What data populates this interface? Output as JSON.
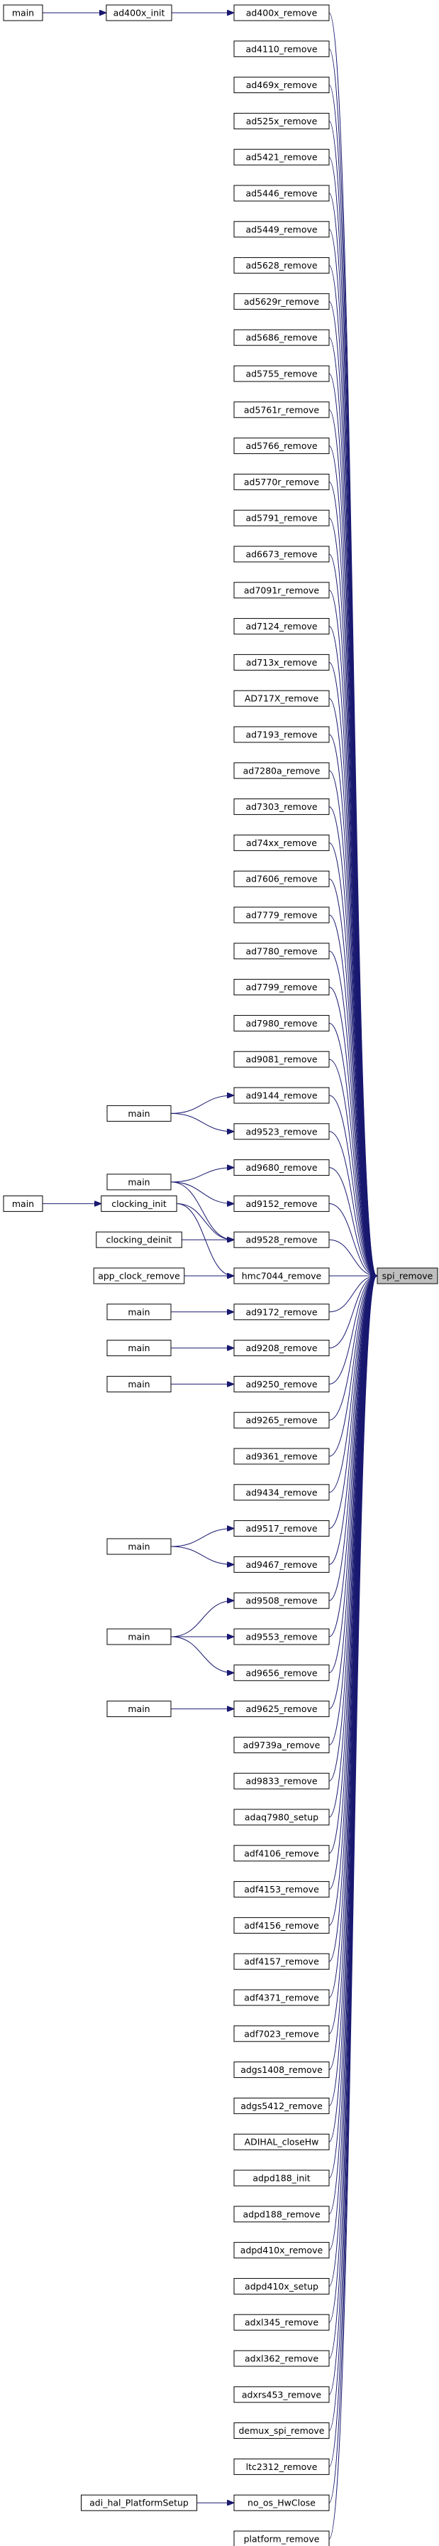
{
  "graph": {
    "focus_node": "spi_remove",
    "edge_color": "#191970",
    "focus_fill": "#bfbfbf",
    "nodes": [
      {
        "id": "n_main_top",
        "label": "main",
        "col": 0
      },
      {
        "id": "n_ad400x_init",
        "label": "ad400x_init",
        "col": 1
      },
      {
        "id": "n_ad400x_remove",
        "label": "ad400x_remove",
        "col": 2
      },
      {
        "id": "n_ad4110",
        "label": "ad4110_remove",
        "col": 2
      },
      {
        "id": "n_ad469x",
        "label": "ad469x_remove",
        "col": 2
      },
      {
        "id": "n_ad525x",
        "label": "ad525x_remove",
        "col": 2
      },
      {
        "id": "n_ad5421",
        "label": "ad5421_remove",
        "col": 2
      },
      {
        "id": "n_ad5446",
        "label": "ad5446_remove",
        "col": 2
      },
      {
        "id": "n_ad5449",
        "label": "ad5449_remove",
        "col": 2
      },
      {
        "id": "n_ad5628",
        "label": "ad5628_remove",
        "col": 2
      },
      {
        "id": "n_ad5629r",
        "label": "ad5629r_remove",
        "col": 2
      },
      {
        "id": "n_ad5686",
        "label": "ad5686_remove",
        "col": 2
      },
      {
        "id": "n_ad5755",
        "label": "ad5755_remove",
        "col": 2
      },
      {
        "id": "n_ad5761r",
        "label": "ad5761r_remove",
        "col": 2
      },
      {
        "id": "n_ad5766",
        "label": "ad5766_remove",
        "col": 2
      },
      {
        "id": "n_ad5770r",
        "label": "ad5770r_remove",
        "col": 2
      },
      {
        "id": "n_ad5791",
        "label": "ad5791_remove",
        "col": 2
      },
      {
        "id": "n_ad6673",
        "label": "ad6673_remove",
        "col": 2
      },
      {
        "id": "n_ad7091r",
        "label": "ad7091r_remove",
        "col": 2
      },
      {
        "id": "n_ad7124",
        "label": "ad7124_remove",
        "col": 2
      },
      {
        "id": "n_ad713x",
        "label": "ad713x_remove",
        "col": 2
      },
      {
        "id": "n_AD717X",
        "label": "AD717X_remove",
        "col": 2
      },
      {
        "id": "n_ad7193",
        "label": "ad7193_remove",
        "col": 2
      },
      {
        "id": "n_ad7280a",
        "label": "ad7280a_remove",
        "col": 2
      },
      {
        "id": "n_ad7303",
        "label": "ad7303_remove",
        "col": 2
      },
      {
        "id": "n_ad74xx",
        "label": "ad74xx_remove",
        "col": 2
      },
      {
        "id": "n_ad7606",
        "label": "ad7606_remove",
        "col": 2
      },
      {
        "id": "n_ad7779",
        "label": "ad7779_remove",
        "col": 2
      },
      {
        "id": "n_ad7780",
        "label": "ad7780_remove",
        "col": 2
      },
      {
        "id": "n_ad7799",
        "label": "ad7799_remove",
        "col": 2
      },
      {
        "id": "n_ad7980",
        "label": "ad7980_remove",
        "col": 2
      },
      {
        "id": "n_ad9081",
        "label": "ad9081_remove",
        "col": 2
      },
      {
        "id": "n_ad9144",
        "label": "ad9144_remove",
        "col": 2
      },
      {
        "id": "n_main_a",
        "label": "main",
        "col": 1
      },
      {
        "id": "n_ad9523",
        "label": "ad9523_remove",
        "col": 2
      },
      {
        "id": "n_main_b",
        "label": "main",
        "col": 1
      },
      {
        "id": "n_ad9680",
        "label": "ad9680_remove",
        "col": 2
      },
      {
        "id": "n_main_c",
        "label": "main",
        "col": 0
      },
      {
        "id": "n_clocking_init",
        "label": "clocking_init",
        "col": 1
      },
      {
        "id": "n_ad9152",
        "label": "ad9152_remove",
        "col": 2
      },
      {
        "id": "n_clocking_deinit",
        "label": "clocking_deinit",
        "col": 1
      },
      {
        "id": "n_ad9528",
        "label": "ad9528_remove",
        "col": 2
      },
      {
        "id": "n_app_clock_remove",
        "label": "app_clock_remove",
        "col": 1
      },
      {
        "id": "n_hmc7044",
        "label": "hmc7044_remove",
        "col": 2
      },
      {
        "id": "n_spi_remove",
        "label": "spi_remove",
        "col": 3
      },
      {
        "id": "n_main_d",
        "label": "main",
        "col": 1
      },
      {
        "id": "n_ad9172",
        "label": "ad9172_remove",
        "col": 2
      },
      {
        "id": "n_main_e",
        "label": "main",
        "col": 1
      },
      {
        "id": "n_ad9208",
        "label": "ad9208_remove",
        "col": 2
      },
      {
        "id": "n_main_f",
        "label": "main",
        "col": 1
      },
      {
        "id": "n_ad9250",
        "label": "ad9250_remove",
        "col": 2
      },
      {
        "id": "n_ad9265",
        "label": "ad9265_remove",
        "col": 2
      },
      {
        "id": "n_ad9361",
        "label": "ad9361_remove",
        "col": 2
      },
      {
        "id": "n_ad9434",
        "label": "ad9434_remove",
        "col": 2
      },
      {
        "id": "n_main_g",
        "label": "main",
        "col": 1
      },
      {
        "id": "n_ad9517",
        "label": "ad9517_remove",
        "col": 2
      },
      {
        "id": "n_ad9467",
        "label": "ad9467_remove",
        "col": 2
      },
      {
        "id": "n_main_h",
        "label": "main",
        "col": 1
      },
      {
        "id": "n_ad9508",
        "label": "ad9508_remove",
        "col": 2
      },
      {
        "id": "n_ad9553",
        "label": "ad9553_remove",
        "col": 2
      },
      {
        "id": "n_ad9656",
        "label": "ad9656_remove",
        "col": 2
      },
      {
        "id": "n_main_i",
        "label": "main",
        "col": 1
      },
      {
        "id": "n_ad9625",
        "label": "ad9625_remove",
        "col": 2
      },
      {
        "id": "n_ad9739a",
        "label": "ad9739a_remove",
        "col": 2
      },
      {
        "id": "n_ad9833",
        "label": "ad9833_remove",
        "col": 2
      },
      {
        "id": "n_adaq7980",
        "label": "adaq7980_setup",
        "col": 2
      },
      {
        "id": "n_adf4106",
        "label": "adf4106_remove",
        "col": 2
      },
      {
        "id": "n_adf4153",
        "label": "adf4153_remove",
        "col": 2
      },
      {
        "id": "n_adf4156",
        "label": "adf4156_remove",
        "col": 2
      },
      {
        "id": "n_adf4157",
        "label": "adf4157_remove",
        "col": 2
      },
      {
        "id": "n_adf4371",
        "label": "adf4371_remove",
        "col": 2
      },
      {
        "id": "n_adf7023",
        "label": "adf7023_remove",
        "col": 2
      },
      {
        "id": "n_adgs1408",
        "label": "adgs1408_remove",
        "col": 2
      },
      {
        "id": "n_adgs5412",
        "label": "adgs5412_remove",
        "col": 2
      },
      {
        "id": "n_ADIHAL",
        "label": "ADIHAL_closeHw",
        "col": 2
      },
      {
        "id": "n_adpd188_init",
        "label": "adpd188_init",
        "col": 2
      },
      {
        "id": "n_adpd188_remove",
        "label": "adpd188_remove",
        "col": 2
      },
      {
        "id": "n_adpd410x_remove",
        "label": "adpd410x_remove",
        "col": 2
      },
      {
        "id": "n_adpd410x_setup",
        "label": "adpd410x_setup",
        "col": 2
      },
      {
        "id": "n_adxl345",
        "label": "adxl345_remove",
        "col": 2
      },
      {
        "id": "n_adxl362",
        "label": "adxl362_remove",
        "col": 2
      },
      {
        "id": "n_adxrs453",
        "label": "adxrs453_remove",
        "col": 2
      },
      {
        "id": "n_demux",
        "label": "demux_spi_remove",
        "col": 2
      },
      {
        "id": "n_ltc2312",
        "label": "ltc2312_remove",
        "col": 2
      },
      {
        "id": "n_adi_hal",
        "label": "adi_hal_PlatformSetup",
        "col": 1
      },
      {
        "id": "n_no_os_HwClose",
        "label": "no_os_HwClose",
        "col": 2
      },
      {
        "id": "n_platform_remove",
        "label": "platform_remove",
        "col": 2
      }
    ],
    "edges": [
      [
        "n_main_top",
        "n_ad400x_init"
      ],
      [
        "n_ad400x_init",
        "n_ad400x_remove"
      ],
      [
        "n_main_a",
        "n_ad9144"
      ],
      [
        "n_main_a",
        "n_ad9523"
      ],
      [
        "n_main_b",
        "n_ad9680"
      ],
      [
        "n_main_b",
        "n_ad9152"
      ],
      [
        "n_main_b",
        "n_ad9528"
      ],
      [
        "n_main_c",
        "n_clocking_init"
      ],
      [
        "n_clocking_init",
        "n_ad9528"
      ],
      [
        "n_clocking_init",
        "n_hmc7044"
      ],
      [
        "n_clocking_deinit",
        "n_ad9528"
      ],
      [
        "n_app_clock_remove",
        "n_hmc7044"
      ],
      [
        "n_main_d",
        "n_ad9172"
      ],
      [
        "n_main_e",
        "n_ad9208"
      ],
      [
        "n_main_f",
        "n_ad9250"
      ],
      [
        "n_main_g",
        "n_ad9517"
      ],
      [
        "n_main_g",
        "n_ad9467"
      ],
      [
        "n_main_h",
        "n_ad9508"
      ],
      [
        "n_main_h",
        "n_ad9553"
      ],
      [
        "n_main_h",
        "n_ad9656"
      ],
      [
        "n_main_i",
        "n_ad9625"
      ],
      [
        "n_adi_hal",
        "n_no_os_HwClose"
      ]
    ]
  }
}
